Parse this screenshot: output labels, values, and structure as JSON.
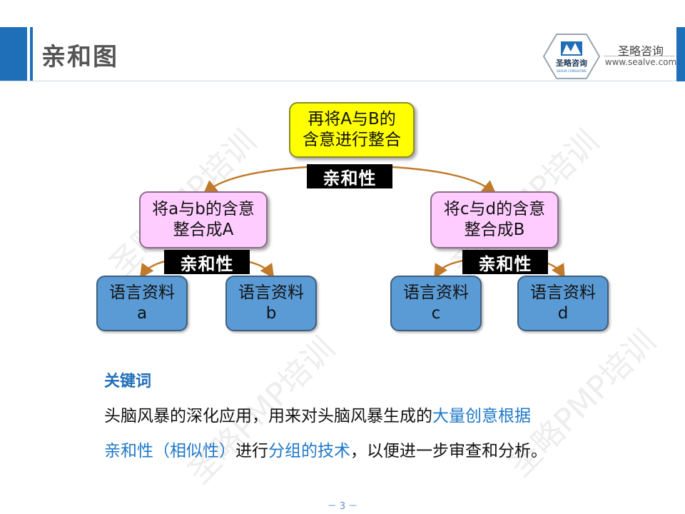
{
  "header": {
    "title": "亲和图",
    "brand_name": "圣略咨询",
    "brand_url": "www.sealve.com",
    "logo_text": "圣略咨询",
    "logo_subtext": "SEALVE CONSULTING"
  },
  "diagram": {
    "top_node": {
      "line1": "再将A与B的",
      "line2": "含意进行整合"
    },
    "mid_nodes": [
      {
        "line1": "将a与b的含意",
        "line2": "整合成A"
      },
      {
        "line1": "将c与d的含意",
        "line2": "整合成B"
      }
    ],
    "leaf_nodes": [
      {
        "line1": "语言资料",
        "line2": "a"
      },
      {
        "line1": "语言资料",
        "line2": "b"
      },
      {
        "line1": "语言资料",
        "line2": "c"
      },
      {
        "line1": "语言资料",
        "line2": "d"
      }
    ],
    "relation_labels": [
      "亲和性",
      "亲和性",
      "亲和性"
    ],
    "colors": {
      "top": "#ffff00",
      "mid": "#ffccff",
      "leaf": "#5b9bd5",
      "arrow": "#c07a2a"
    }
  },
  "keyword_section": {
    "heading": "关键词",
    "line1_a": "头脑风暴的深化应用，用来对头脑风暴生成的",
    "line1_b": "大量创意根据",
    "line2_a": "亲和性（相似性）",
    "line2_b": "进行",
    "line2_c": "分组的技术",
    "line2_d": "，以便进一步审查和分析。"
  },
  "watermark": "圣略PMP培训",
  "page": {
    "number": "－ 3 －"
  },
  "theme": {
    "accent": "#1f6fb8",
    "highlight": "#1f78c8"
  }
}
